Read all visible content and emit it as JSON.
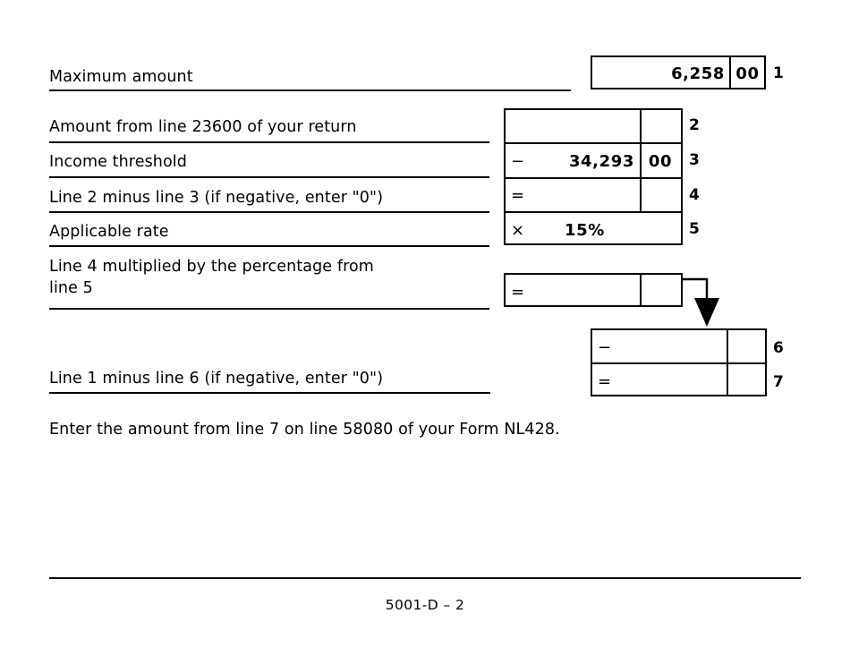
{
  "document": {
    "form_code": "5001-D",
    "footer": "5001-D – 2",
    "closing_note": "Enter the amount from line 7 on line 58080 of your Form NL428."
  },
  "worksheet": {
    "rows": [
      {
        "line": "1",
        "label": "Maximum amount",
        "operator": "",
        "amount": "6,258",
        "cents": "00"
      },
      {
        "line": "2",
        "label": "Amount from line 23600 of your return",
        "operator": "",
        "amount": "",
        "cents": ""
      },
      {
        "line": "3",
        "label": "Income threshold",
        "operator": "−",
        "amount": "34,293",
        "cents": "00"
      },
      {
        "line": "4",
        "label": "Line 2 minus line 3 (if negative, enter \"0\")",
        "operator": "=",
        "amount": "",
        "cents": ""
      },
      {
        "line": "5",
        "label": "Applicable rate",
        "operator": "×",
        "amount": "15%",
        "cents": ""
      },
      {
        "line": "",
        "label": "Line 4 multiplied by the percentage from\nline 5",
        "operator": "=",
        "amount": "",
        "cents": ""
      },
      {
        "line": "6",
        "label": "",
        "operator": "−",
        "amount": "",
        "cents": ""
      },
      {
        "line": "7",
        "label": "Line 1 minus line 6 (if negative, enter \"0\")",
        "operator": "=",
        "amount": "",
        "cents": ""
      }
    ]
  },
  "colors": {
    "ink": "#000000",
    "paper": "#ffffff"
  }
}
